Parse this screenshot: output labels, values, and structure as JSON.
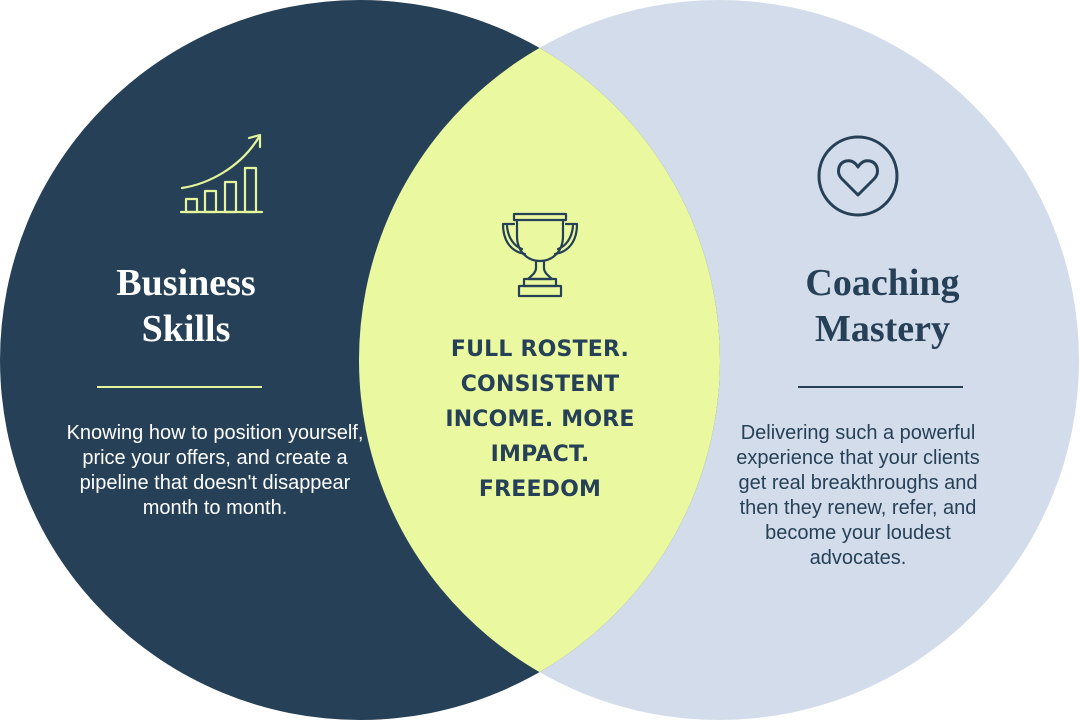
{
  "colors": {
    "left_circle": "#264157",
    "right_circle": "#d3dcea",
    "overlap": "#eaf9a0",
    "left_text": "#ffffff",
    "left_accent": "#e5f59b",
    "right_text": "#264157",
    "center_text": "#264157"
  },
  "left": {
    "icon": "growth-chart-icon",
    "title_line1": "Business",
    "title_line2": "Skills",
    "description": "Knowing how to position yourself, price your offers, and create a pipeline that doesn't disappear month to month."
  },
  "center": {
    "icon": "trophy-icon",
    "headline": "FULL ROSTER. CONSISTENT INCOME. MORE IMPACT. FREEDOM"
  },
  "right": {
    "icon": "heart-circle-icon",
    "title_line1": "Coaching",
    "title_line2": "Mastery",
    "description": "Delivering such a powerful experience that your clients get real breakthroughs and then they renew, refer, and become your loudest advocates."
  }
}
